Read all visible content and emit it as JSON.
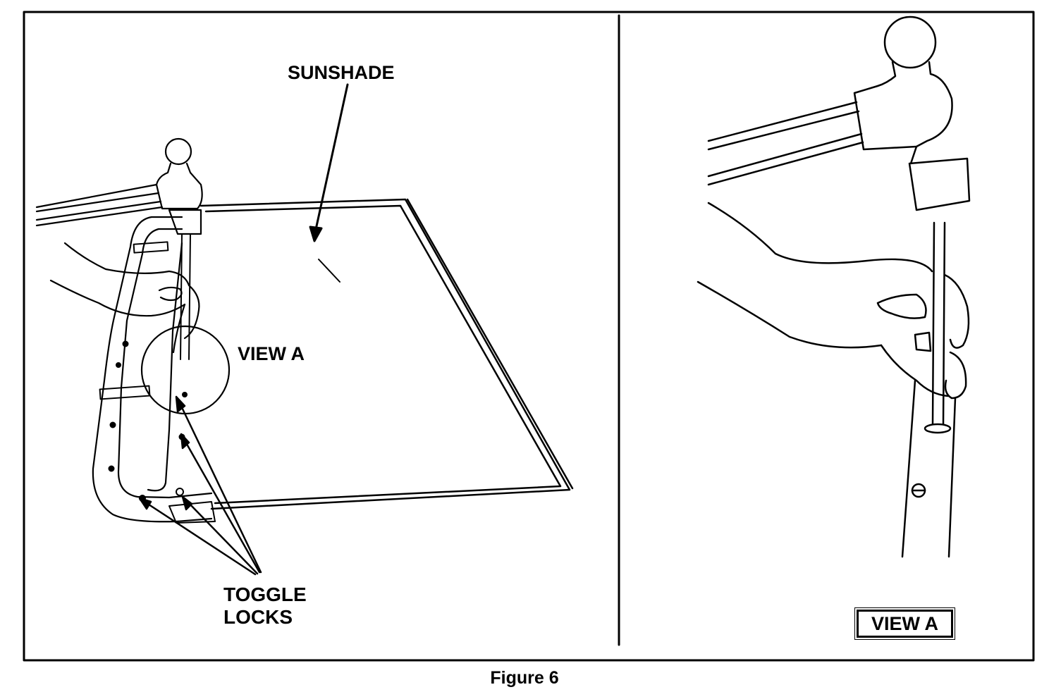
{
  "figure": {
    "caption": "Figure 6",
    "left_panel": {
      "sunshade_label": "SUNSHADE",
      "view_label": "VIEW A",
      "toggle_locks_label_line1": "TOGGLE",
      "toggle_locks_label_line2": "LOCKS"
    },
    "right_panel": {
      "view_label": "VIEW A"
    }
  }
}
